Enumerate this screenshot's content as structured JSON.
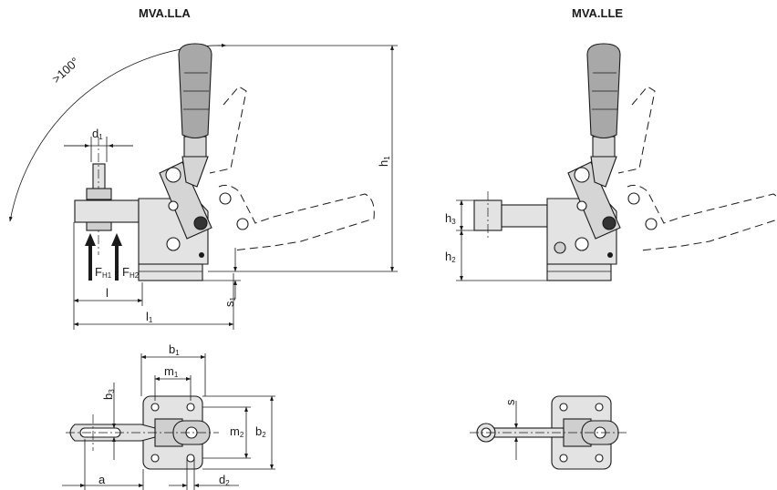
{
  "views": {
    "left_title": "MVA.LLA",
    "right_title": "MVA.LLE"
  },
  "labels": {
    "angle": ">100°",
    "d1": "d",
    "d1_sub": "1",
    "h1": "h",
    "h1_sub": "1",
    "h2": "h",
    "h2_sub": "2",
    "h3": "h",
    "h3_sub": "3",
    "fh1": "F",
    "fh1_sub": "H1",
    "fh2": "F",
    "fh2_sub": "H2",
    "l": "l",
    "l1": "l",
    "l1_sub": "1",
    "s1": "s",
    "s1_sub": "1",
    "b1": "b",
    "b1_sub": "1",
    "b2": "b",
    "b2_sub": "2",
    "b3": "b",
    "b3_sub": "3",
    "m1": "m",
    "m1_sub": "1",
    "m2": "m",
    "m2_sub": "2",
    "a": "a",
    "d2": "d",
    "d2_sub": "2",
    "s": "s"
  },
  "colors": {
    "line": "#1a1a1a",
    "body_fill": "#e3e3e3",
    "handle_fill": "#a8a8a8",
    "handle_dark": "#5a5a5a"
  }
}
